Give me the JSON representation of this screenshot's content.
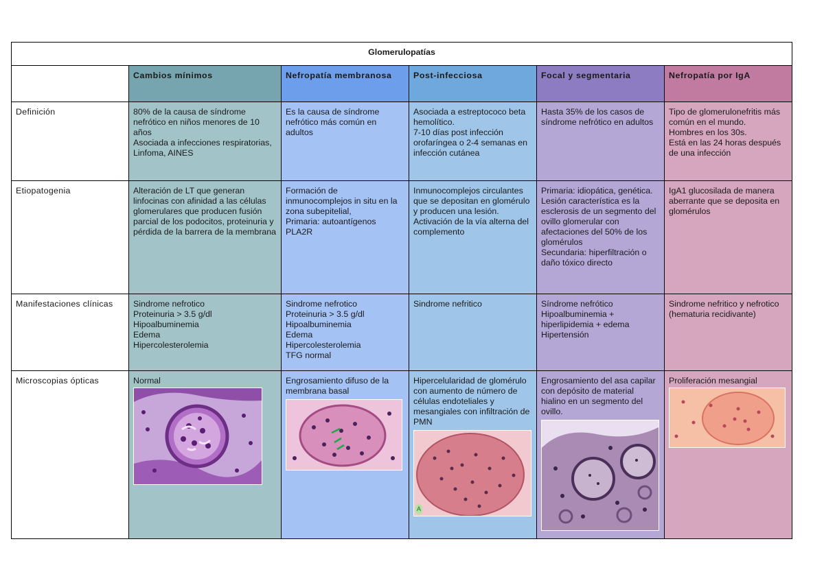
{
  "title": "Glomerulopatías",
  "columns": [
    "Cambios mínimos",
    "Nefropatía membranosa",
    "Post-infecciosa",
    "Focal y segmentaria",
    "Nefropatía por IgA"
  ],
  "rows": [
    {
      "label": "Definición",
      "cells": [
        "80% de la causa de síndrome nefrótico en niños menores de 10 años\nAsociada a infecciones respiratorias, Linfoma, AINES",
        "Es la causa de síndrome nefrótico más común en adultos",
        "Asociada a estreptococo beta hemolítico.\n7-10 días post infección orofaríngea o 2-4 semanas en infección cutánea",
        "Hasta 35% de los casos de síndrome nefrótico en adultos",
        "Tipo de glomerulonefritis más común en el mundo.\nHombres en los 30s.\nEstá en las 24 horas después de una infección"
      ]
    },
    {
      "label": "Etiopatogenia",
      "cells": [
        "Alteración de LT que generan linfocinas con afinidad a las células glomerulares que producen fusión parcial de los podocitos, proteinuria y pérdida de la barrera de la membrana",
        "Formación de inmunocomplejos in situ en la zona subepitelial,\nPrimaria: autoantígenos PLA2R",
        "Inmunocomplejos circulantes que se depositan en glomérulo y producen una lesión.\nActivación de la vía alterna del complemento",
        "Primaria: idiopática, genética. Lesión característica es la esclerosis de un segmento del ovillo glomerular con afectaciones del 50% de los glomérulos\nSecundaria: hiperfiltración o daño tóxico directo",
        "IgA1 glucosilada de manera aberrante que se deposita en glomérulos"
      ]
    },
    {
      "label": "Manifestaciones clínicas",
      "cells": [
        "Sindrome nefrotico\nProteinuria > 3.5 g/dl\nHipoalbuminemia\nEdema\nHipercolesterolemia",
        "Sindrome nefrotico\nProteinuria > 3.5 g/dl\nHipoalbuminemia\nEdema\nHipercolesterolemia\nTFG normal",
        "Sindrome nefritico",
        "Síndrome nefrótico\nHipoalbuminemia + hiperlipidemia + edema\nHipertensión",
        "Sindrome nefritico y nefrotico (hematuria recidivante)"
      ]
    },
    {
      "label": "Microscopias ópticas",
      "cells": [
        "Normal",
        "Engrosamiento difuso de la membrana basal",
        "Hipercelularidad de glomérulo con aumento de número de células endoteliales y mesangiales con infiltración de PMN",
        "Engrosamiento del asa capilar con depósito de material hialino en un segmento del ovillo.",
        "Proliferación mesangial"
      ],
      "image_labels": [
        "",
        "",
        "A",
        "",
        ""
      ]
    }
  ],
  "colors": {
    "col_headers": [
      "#76a5af",
      "#6d9eeb",
      "#6fa8dc",
      "#8e7cc3",
      "#c27ba0"
    ],
    "col_cells": [
      "#a2c4c9",
      "#a4c2f4",
      "#9fc5e8",
      "#b4a7d6",
      "#d5a6bd"
    ]
  }
}
